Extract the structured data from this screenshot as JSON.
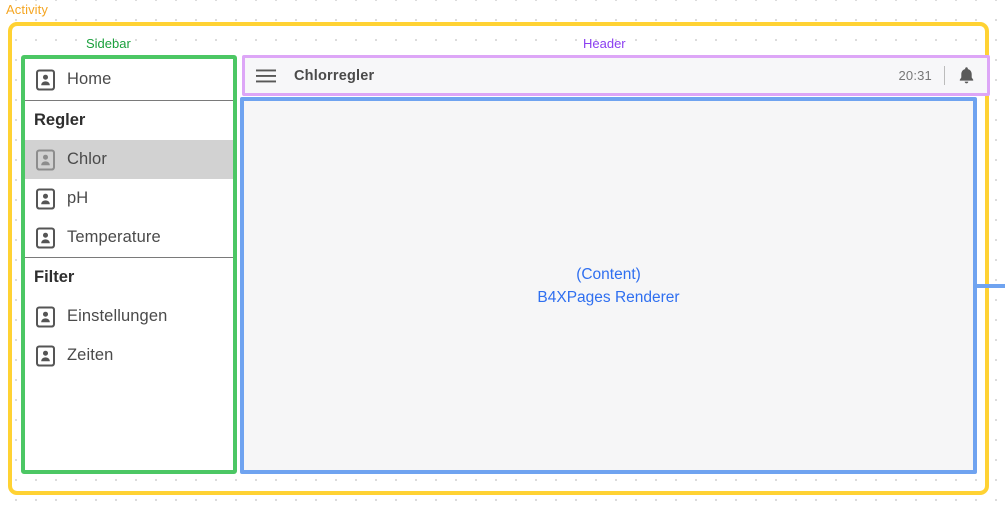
{
  "annotations": {
    "activity_label": "Activity",
    "sidebar_label": "Sidebar",
    "header_label": "Header"
  },
  "colors": {
    "activity_frame": "#ffd233",
    "activity_text": "#f5a623",
    "sidebar_frame": "#4cc764",
    "sidebar_text": "#1aa03c",
    "header_frame": "#dda6f7",
    "header_text": "#8b3ff0",
    "content_frame": "#6fa3f0",
    "content_text": "#2f6ff0",
    "selected_row": "#d2d2d2"
  },
  "sidebar": {
    "items": [
      {
        "label": "Home",
        "icon": "contact-card-icon",
        "type": "item",
        "selected": false
      },
      {
        "label": "Regler",
        "type": "section"
      },
      {
        "label": "Chlor",
        "icon": "contact-card-icon",
        "type": "item",
        "selected": true
      },
      {
        "label": "pH",
        "icon": "contact-card-icon",
        "type": "item",
        "selected": false
      },
      {
        "label": "Temperature",
        "icon": "contact-card-icon",
        "type": "item",
        "selected": false
      },
      {
        "label": "Filter",
        "type": "section"
      },
      {
        "label": "Einstellungen",
        "icon": "contact-card-icon",
        "type": "item",
        "selected": false
      },
      {
        "label": "Zeiten",
        "icon": "contact-card-icon",
        "type": "item",
        "selected": false
      }
    ]
  },
  "header": {
    "menu_icon": "hamburger-icon",
    "title": "Chlorregler",
    "time": "20:31",
    "notification_icon": "bell-icon"
  },
  "content": {
    "line1": "(Content)",
    "line2": "B4XPages Renderer"
  }
}
